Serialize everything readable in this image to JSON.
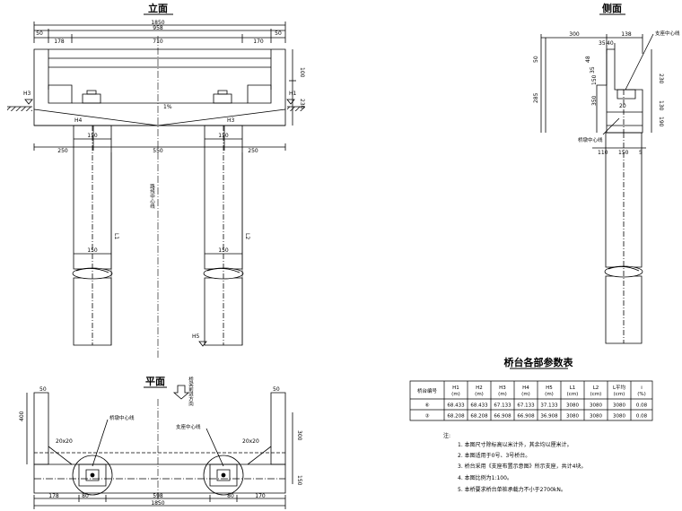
{
  "titles": {
    "elevation": "立面",
    "side": "侧面",
    "plan": "平面",
    "table": "桥台各部参数表"
  },
  "elevation": {
    "dims_top": [
      "1850",
      "958",
      "50",
      "178",
      "710",
      "170",
      "50"
    ],
    "dims_mid": [
      "250",
      "550",
      "250"
    ],
    "pile_dims": [
      "150",
      "150",
      "150",
      "150"
    ],
    "levels": [
      "H3",
      "H1",
      "H4",
      "H3",
      "H5"
    ],
    "pile_labels": [
      "L1",
      "L2"
    ],
    "slope": "1%",
    "right_dims": [
      "100",
      "230"
    ],
    "centerline": "路线中心线"
  },
  "side": {
    "dims_top": [
      "300",
      "138"
    ],
    "dims_small": [
      "35",
      "40",
      "48",
      "35",
      "20"
    ],
    "dims_left": [
      "50",
      "285",
      "150",
      "350"
    ],
    "dims_right": [
      "230",
      "130",
      "190"
    ],
    "dims_bottom": [
      "110",
      "150",
      "5"
    ],
    "labels": [
      "支座中心线",
      "桥墩中心线"
    ]
  },
  "plan": {
    "dims_left": [
      "50",
      "20x20",
      "400"
    ],
    "dims_right": [
      "50",
      "20x20",
      "300"
    ],
    "dims_bottom": [
      "178",
      "80",
      "598",
      "80",
      "170"
    ],
    "total": "1850",
    "labels": [
      "桥墩中心线",
      "支座中心线"
    ],
    "arrow_label": "桥梁前进方向",
    "side_dim": "150"
  },
  "table": {
    "headers": [
      "桥台编号",
      "H1\n(m)",
      "H2\n(m)",
      "H3\n(m)",
      "H4\n(m)",
      "H5\n(m)",
      "L1\n(cm)",
      "L2\n(cm)",
      "L平均\n(cm)",
      "i\n(%)"
    ],
    "rows": [
      [
        "⑥",
        "68.433",
        "68.433",
        "67.133",
        "67.133",
        "37.133",
        "3080",
        "3080",
        "3080",
        "0.08"
      ],
      [
        "③",
        "68.208",
        "68.208",
        "66.908",
        "66.908",
        "36.908",
        "3080",
        "3080",
        "3080",
        "0.08"
      ]
    ]
  },
  "notes": {
    "heading": "注:",
    "items": [
      "1. 本图尺寸除标高以米计外，其余均以厘米计。",
      "2. 本图适用于0号、3号桥台。",
      "3. 桥台采用《支座布置示意图》所示支座，共计4块。",
      "4. 本图比例为1:100。",
      "5. 本桥要求桥台单桩承载力不小于2700kN。"
    ]
  }
}
